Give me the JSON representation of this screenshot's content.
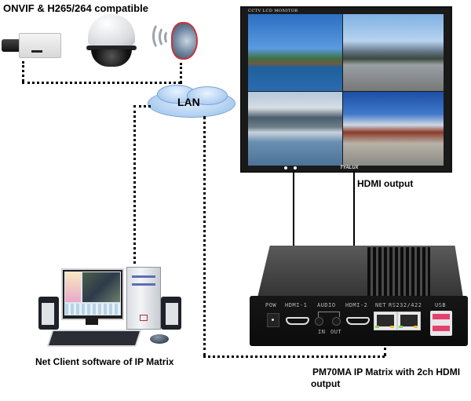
{
  "labels": {
    "cameras": "ONVIF & H265/264 compatible",
    "lan": "LAN",
    "hdmi_output": "HDMI output",
    "client": "Net Client software of  IP Matrix",
    "matrix_line1": "PM70MA IP Matrix with 2ch HDMI",
    "matrix_line2": "output"
  },
  "monitor": {
    "title": "CCTV LCD MONITOR",
    "brand": "TYALUX",
    "quadrants": [
      "lighthouse-coast",
      "highway-city",
      "harbor-boats",
      "forbidden-city"
    ]
  },
  "matrix_ports": {
    "pow": "POW",
    "hdmi1": "HDMI-1",
    "audio": "AUDIO",
    "audio_in": "IN",
    "audio_out": "OUT",
    "hdmi2": "HDMI-2",
    "net": "NET",
    "rs232": "RS232/422",
    "usb": "USB"
  },
  "devices": [
    "box-camera",
    "speed-dome-camera",
    "speaker",
    "lan-cloud",
    "cctv-monitor",
    "ip-matrix-box",
    "client-pc"
  ],
  "colors": {
    "connector": "#000000",
    "cloud": "#a9cbef",
    "usb_port": "#e2426c"
  }
}
